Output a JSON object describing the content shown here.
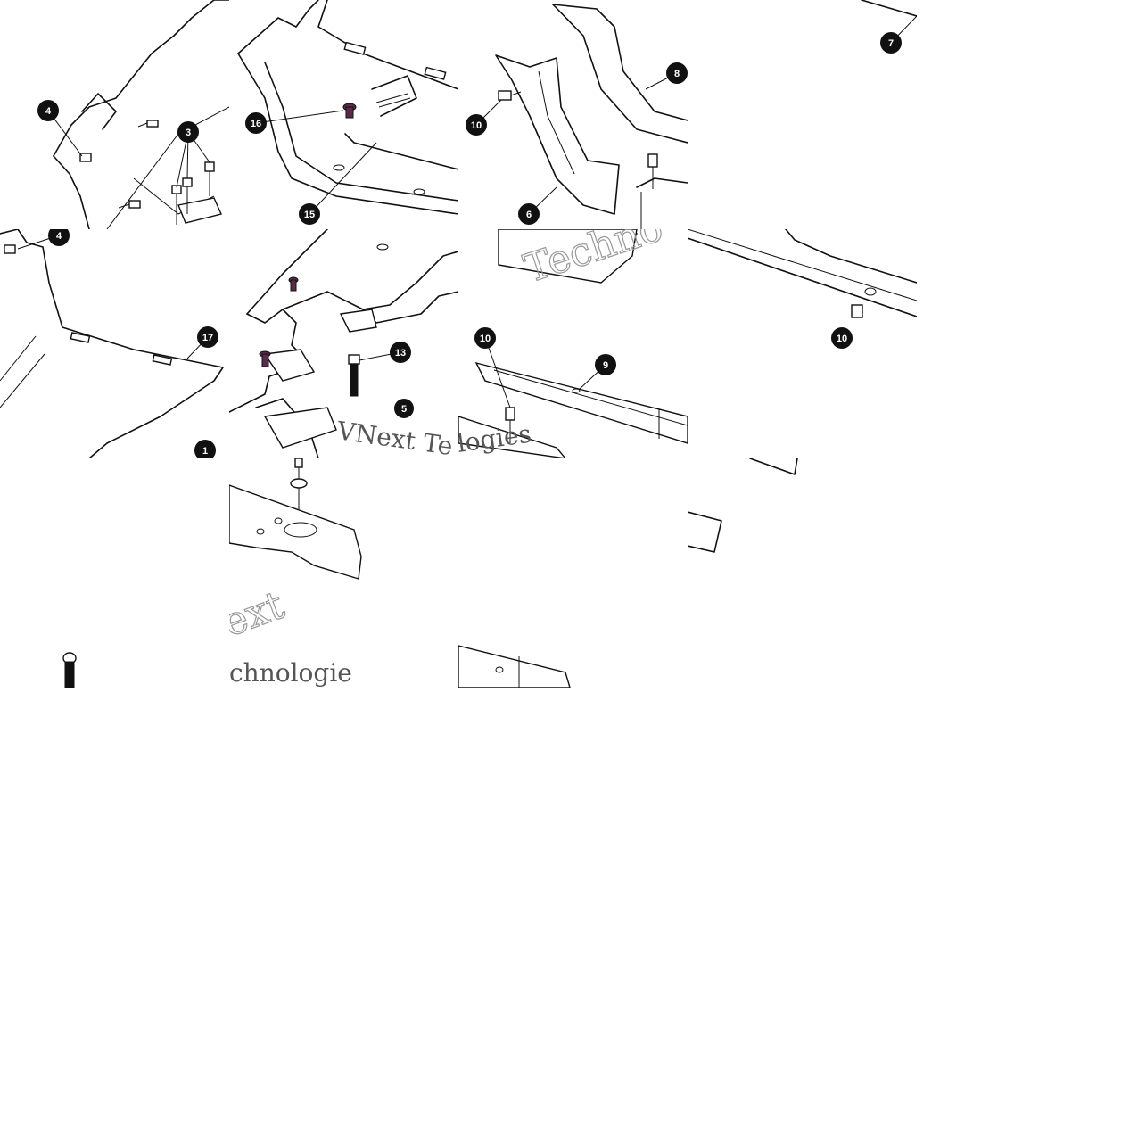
{
  "callouts": {
    "c1": "1",
    "c3": "3",
    "c4a": "4",
    "c4b": "4",
    "c5": "5",
    "c6": "6",
    "c7": "7",
    "c8": "8",
    "c9": "9",
    "c10a": "10",
    "c10b": "10",
    "c10c": "10",
    "c13": "13",
    "c15": "15",
    "c16": "16",
    "c17": "17"
  },
  "watermarks": {
    "w1": "Techno",
    "w2": "VNext Te",
    "w3": "logies",
    "w4": "ext",
    "w5": "chnologie"
  }
}
